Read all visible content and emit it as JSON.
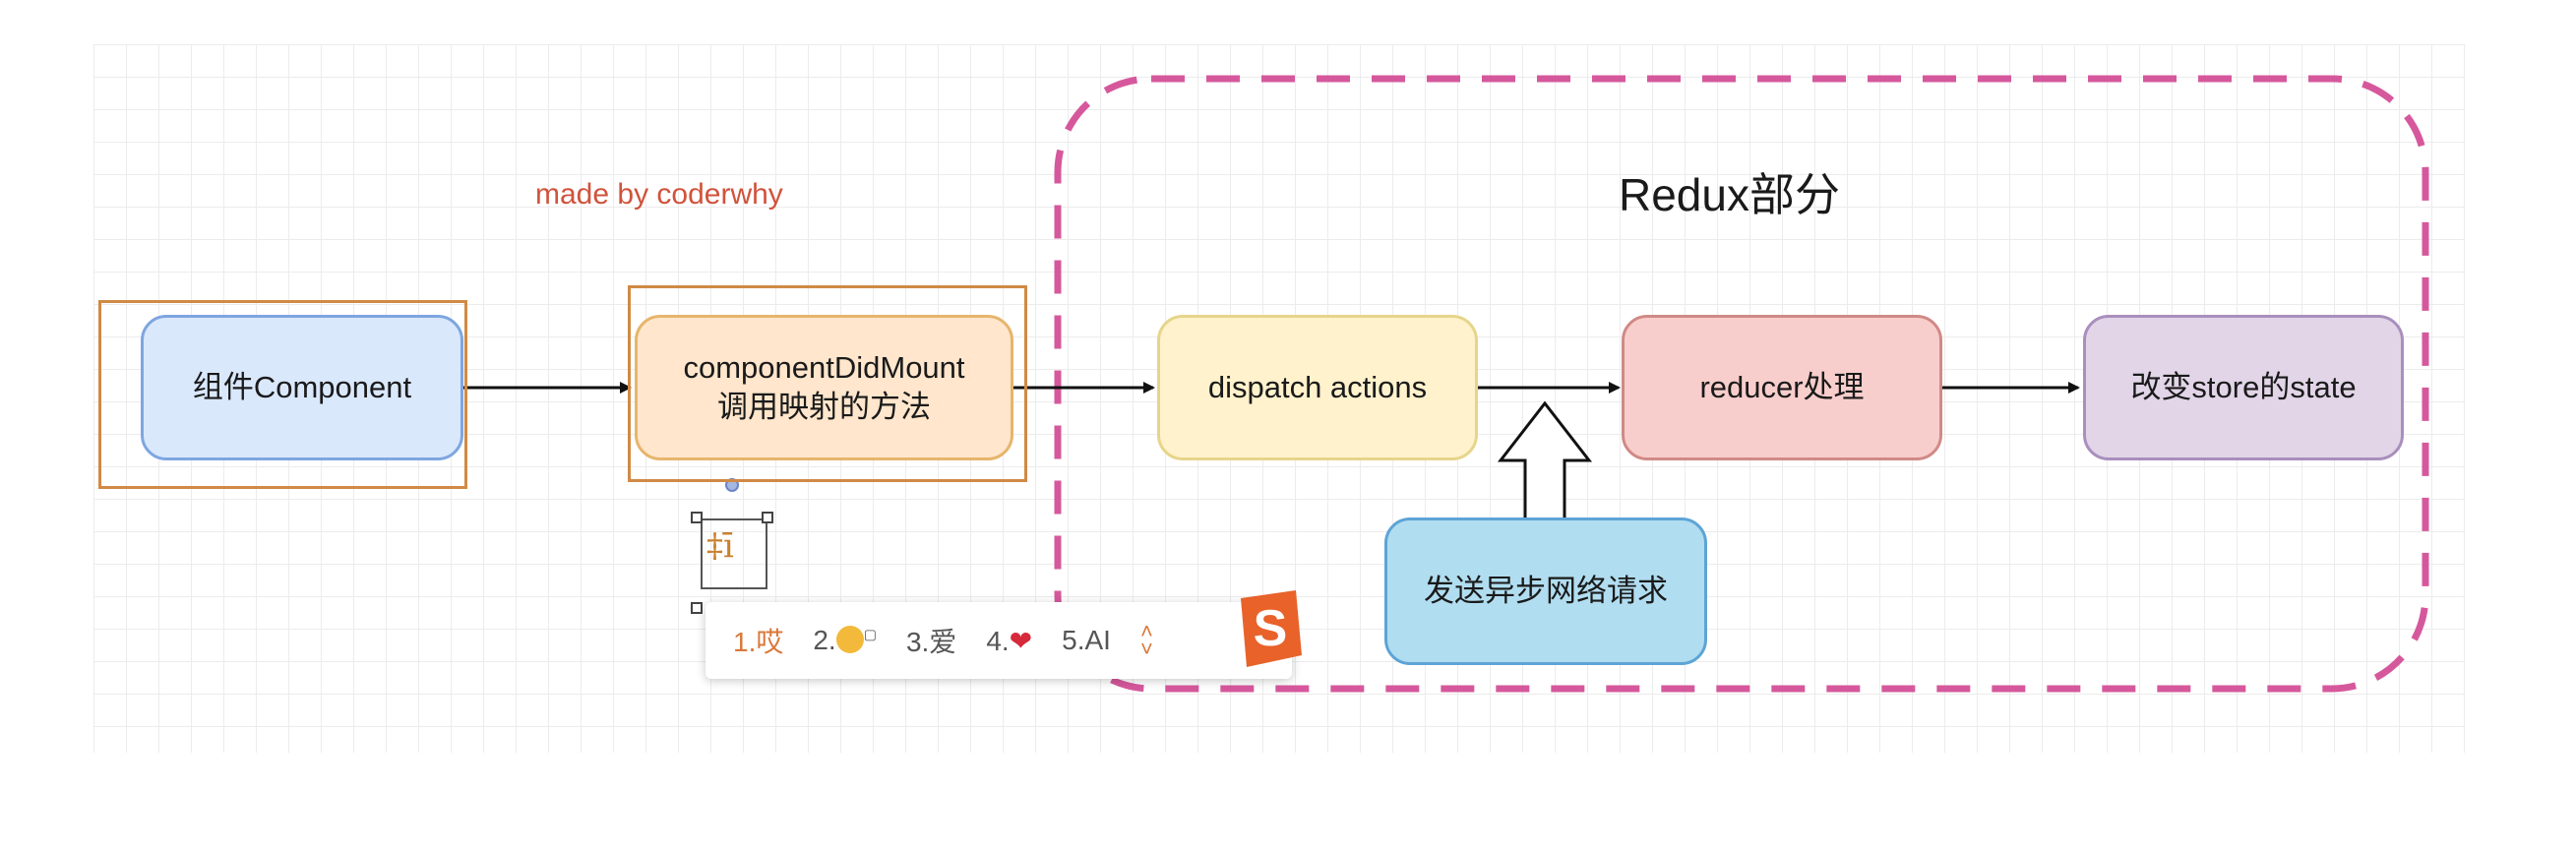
{
  "diagram": {
    "made_by": "made by coderwhy",
    "redux_title": "Redux部分",
    "nodes": {
      "component": "组件Component",
      "did_mount_line1": "componentDidMount",
      "did_mount_line2": "调用映射的方法",
      "dispatch": "dispatch actions",
      "reducer": "reducer处理",
      "state": "改变store的state",
      "network": "发送异步网络请求"
    },
    "colors": {
      "component": "#dae8fc",
      "did_mount": "#ffe6cc",
      "dispatch": "#fff2cc",
      "reducer": "#f8cecc",
      "state": "#e1d5e7",
      "network": "#b1ddf0",
      "dashed_border": "#d6589c",
      "frame": "#d08a45"
    }
  },
  "ime": {
    "candidates": [
      "1.哎",
      "2.",
      "3.爱",
      "4.",
      "5.AI"
    ],
    "heart_icon": "heart-icon",
    "emoji_icon": "face-emoji-icon",
    "logo": "sogou-logo"
  }
}
